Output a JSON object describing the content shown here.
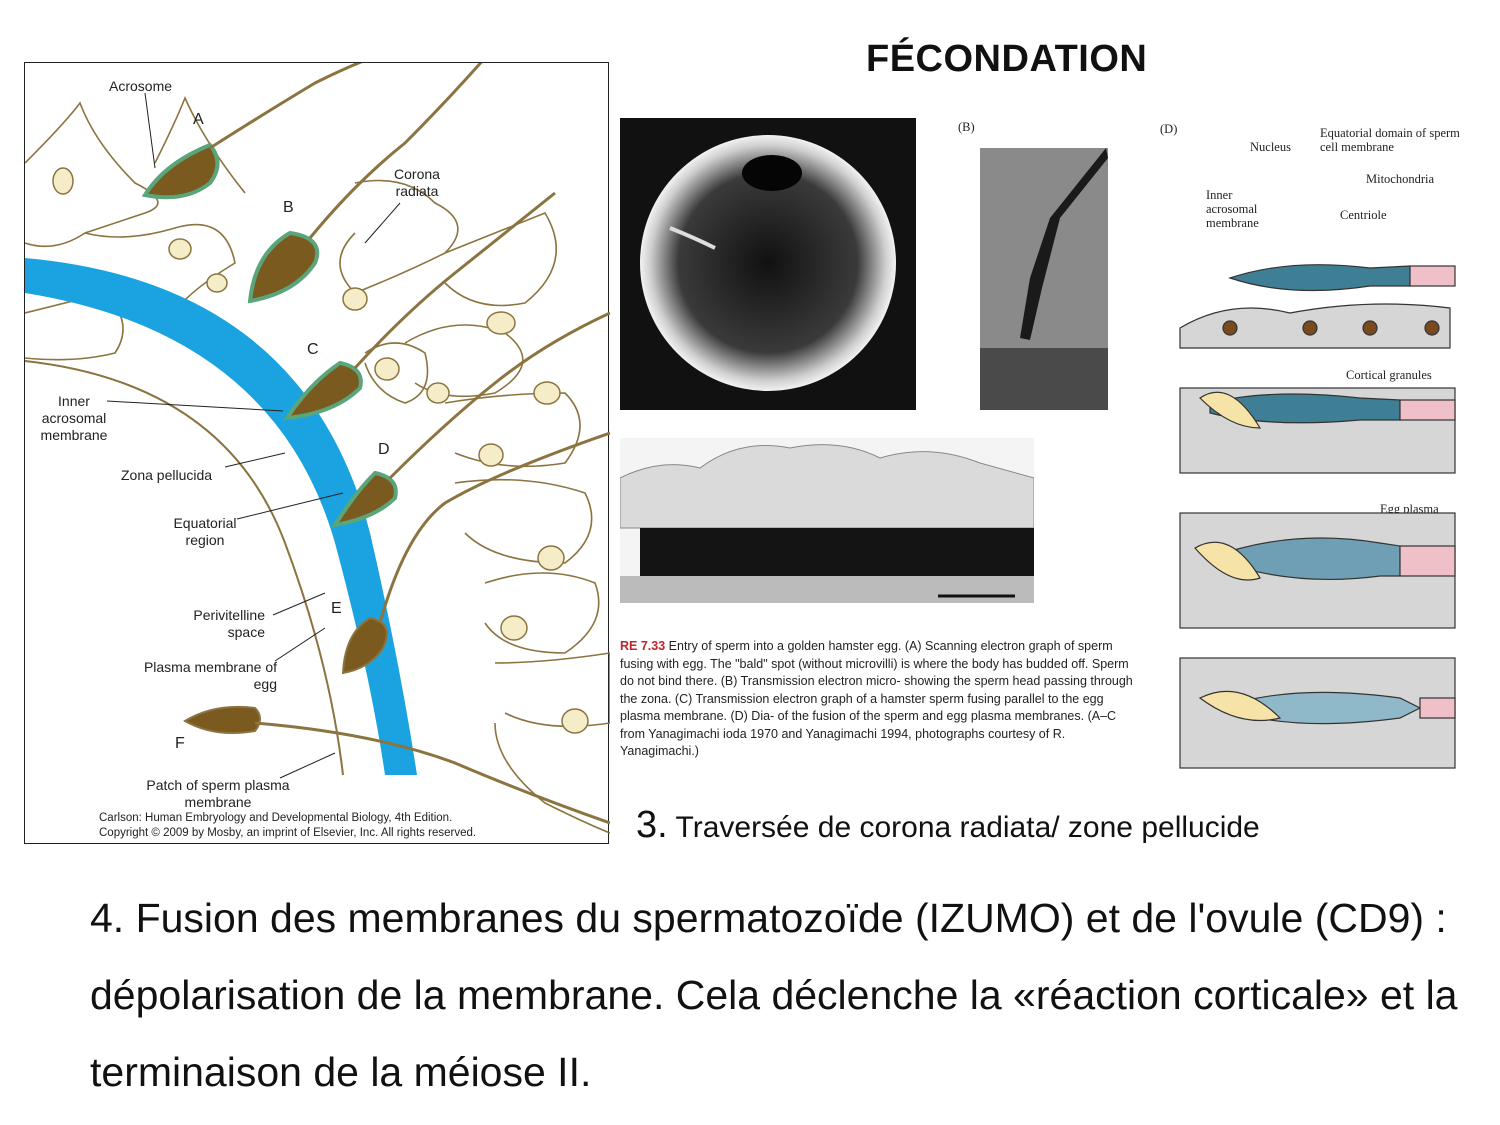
{
  "slide": {
    "title": "FÉCONDATION",
    "step3_number": "3.",
    "step3_text": "Traversée de corona radiata/ zone pellucide",
    "step4_text": "4. Fusion des membranes du spermatozoïde (IZUMO) et de l'ovule (CD9) :  dépolarisation de la membrane. Cela déclenche la «réaction corticale» et la terminaison de la méiose II."
  },
  "left_figure": {
    "labels": {
      "acrosome": "Acrosome",
      "a": "A",
      "b": "B",
      "c": "C",
      "d": "D",
      "e": "E",
      "f": "F",
      "corona_radiata": "Corona radiata",
      "inner_acrosomal": "Inner acrosomal membrane",
      "zona_pellucida": "Zona pellucida",
      "equatorial": "Equatorial region",
      "perivitelline": "Perivitelline space",
      "plasma_membrane_egg": "Plasma membrane of egg",
      "patch_sperm": "Patch of sperm plasma membrane"
    },
    "credit_line1": "Carlson: Human Embryology and Developmental Biology, 4th Edition.",
    "credit_line2": "Copyright © 2009 by Mosby, an imprint of Elsevier, Inc. All rights reserved.",
    "colors": {
      "zona": "#1aa3e0",
      "sperm": "#7a5a1e",
      "acrosome": "#5aa57a",
      "outline": "#8b7440"
    }
  },
  "right_figure": {
    "label_b": "(B)",
    "label_d": "(D)",
    "caption_fig": "RE 7.33",
    "caption_text": "Entry of sperm into a golden hamster egg. (A) Scanning electron graph of sperm fusing with egg. The \"bald\" spot (without microvilli) is where the body has budded off. Sperm do not bind there. (B) Transmission electron micro- showing the sperm head passing through the zona. (C) Transmission electron graph of a hamster sperm fusing parallel to the egg plasma membrane. (D) Dia- of the fusion of the sperm and egg plasma membranes. (A–C from Yanagimachi ioda 1970 and Yanagimachi 1994, photographs courtesy of R. Yanagimachi.)",
    "d_labels": {
      "nucleus": "Nucleus",
      "equatorial_domain": "Equatorial domain of sperm cell membrane",
      "mitochondria": "Mitochondria",
      "inner_acrosomal": "Inner acrosomal membrane",
      "centriole": "Centriole",
      "cortical_granules": "Cortical granules",
      "egg_plasma_membrane": "Egg plasma membrane"
    }
  }
}
